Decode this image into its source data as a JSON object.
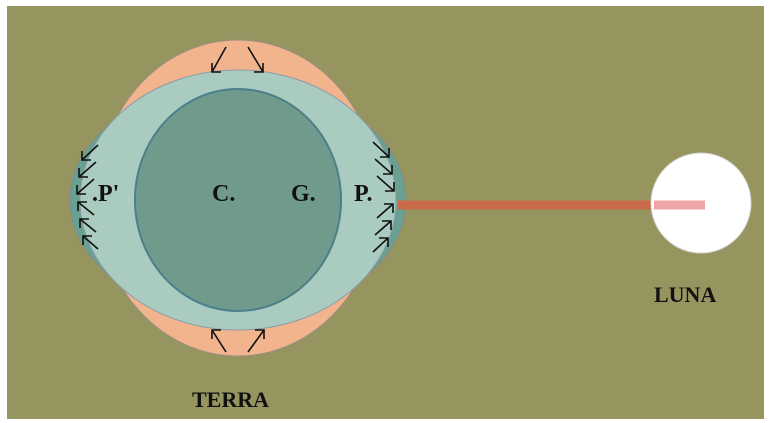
{
  "colors": {
    "background": "#96955f",
    "frame": "#ffffff",
    "tidal_bulge_vertical": "#f2b48c",
    "tidal_bulge_horizontal": "#6aa092",
    "ocean_ellipse": "#a9cbc0",
    "earth_core": "#709b8c",
    "earth_core_stroke": "#4c7f88",
    "moon": "#ffffff",
    "moon_line": "#c96a4a",
    "moon_line_inside": "#f0a6a6"
  },
  "labels": {
    "p_prime": ".P'",
    "c": "C.",
    "g": "G.",
    "p": "P.",
    "earth": "TERRA",
    "moon": "LUNA"
  },
  "icons": {
    "arrow": "arrow-icon"
  }
}
